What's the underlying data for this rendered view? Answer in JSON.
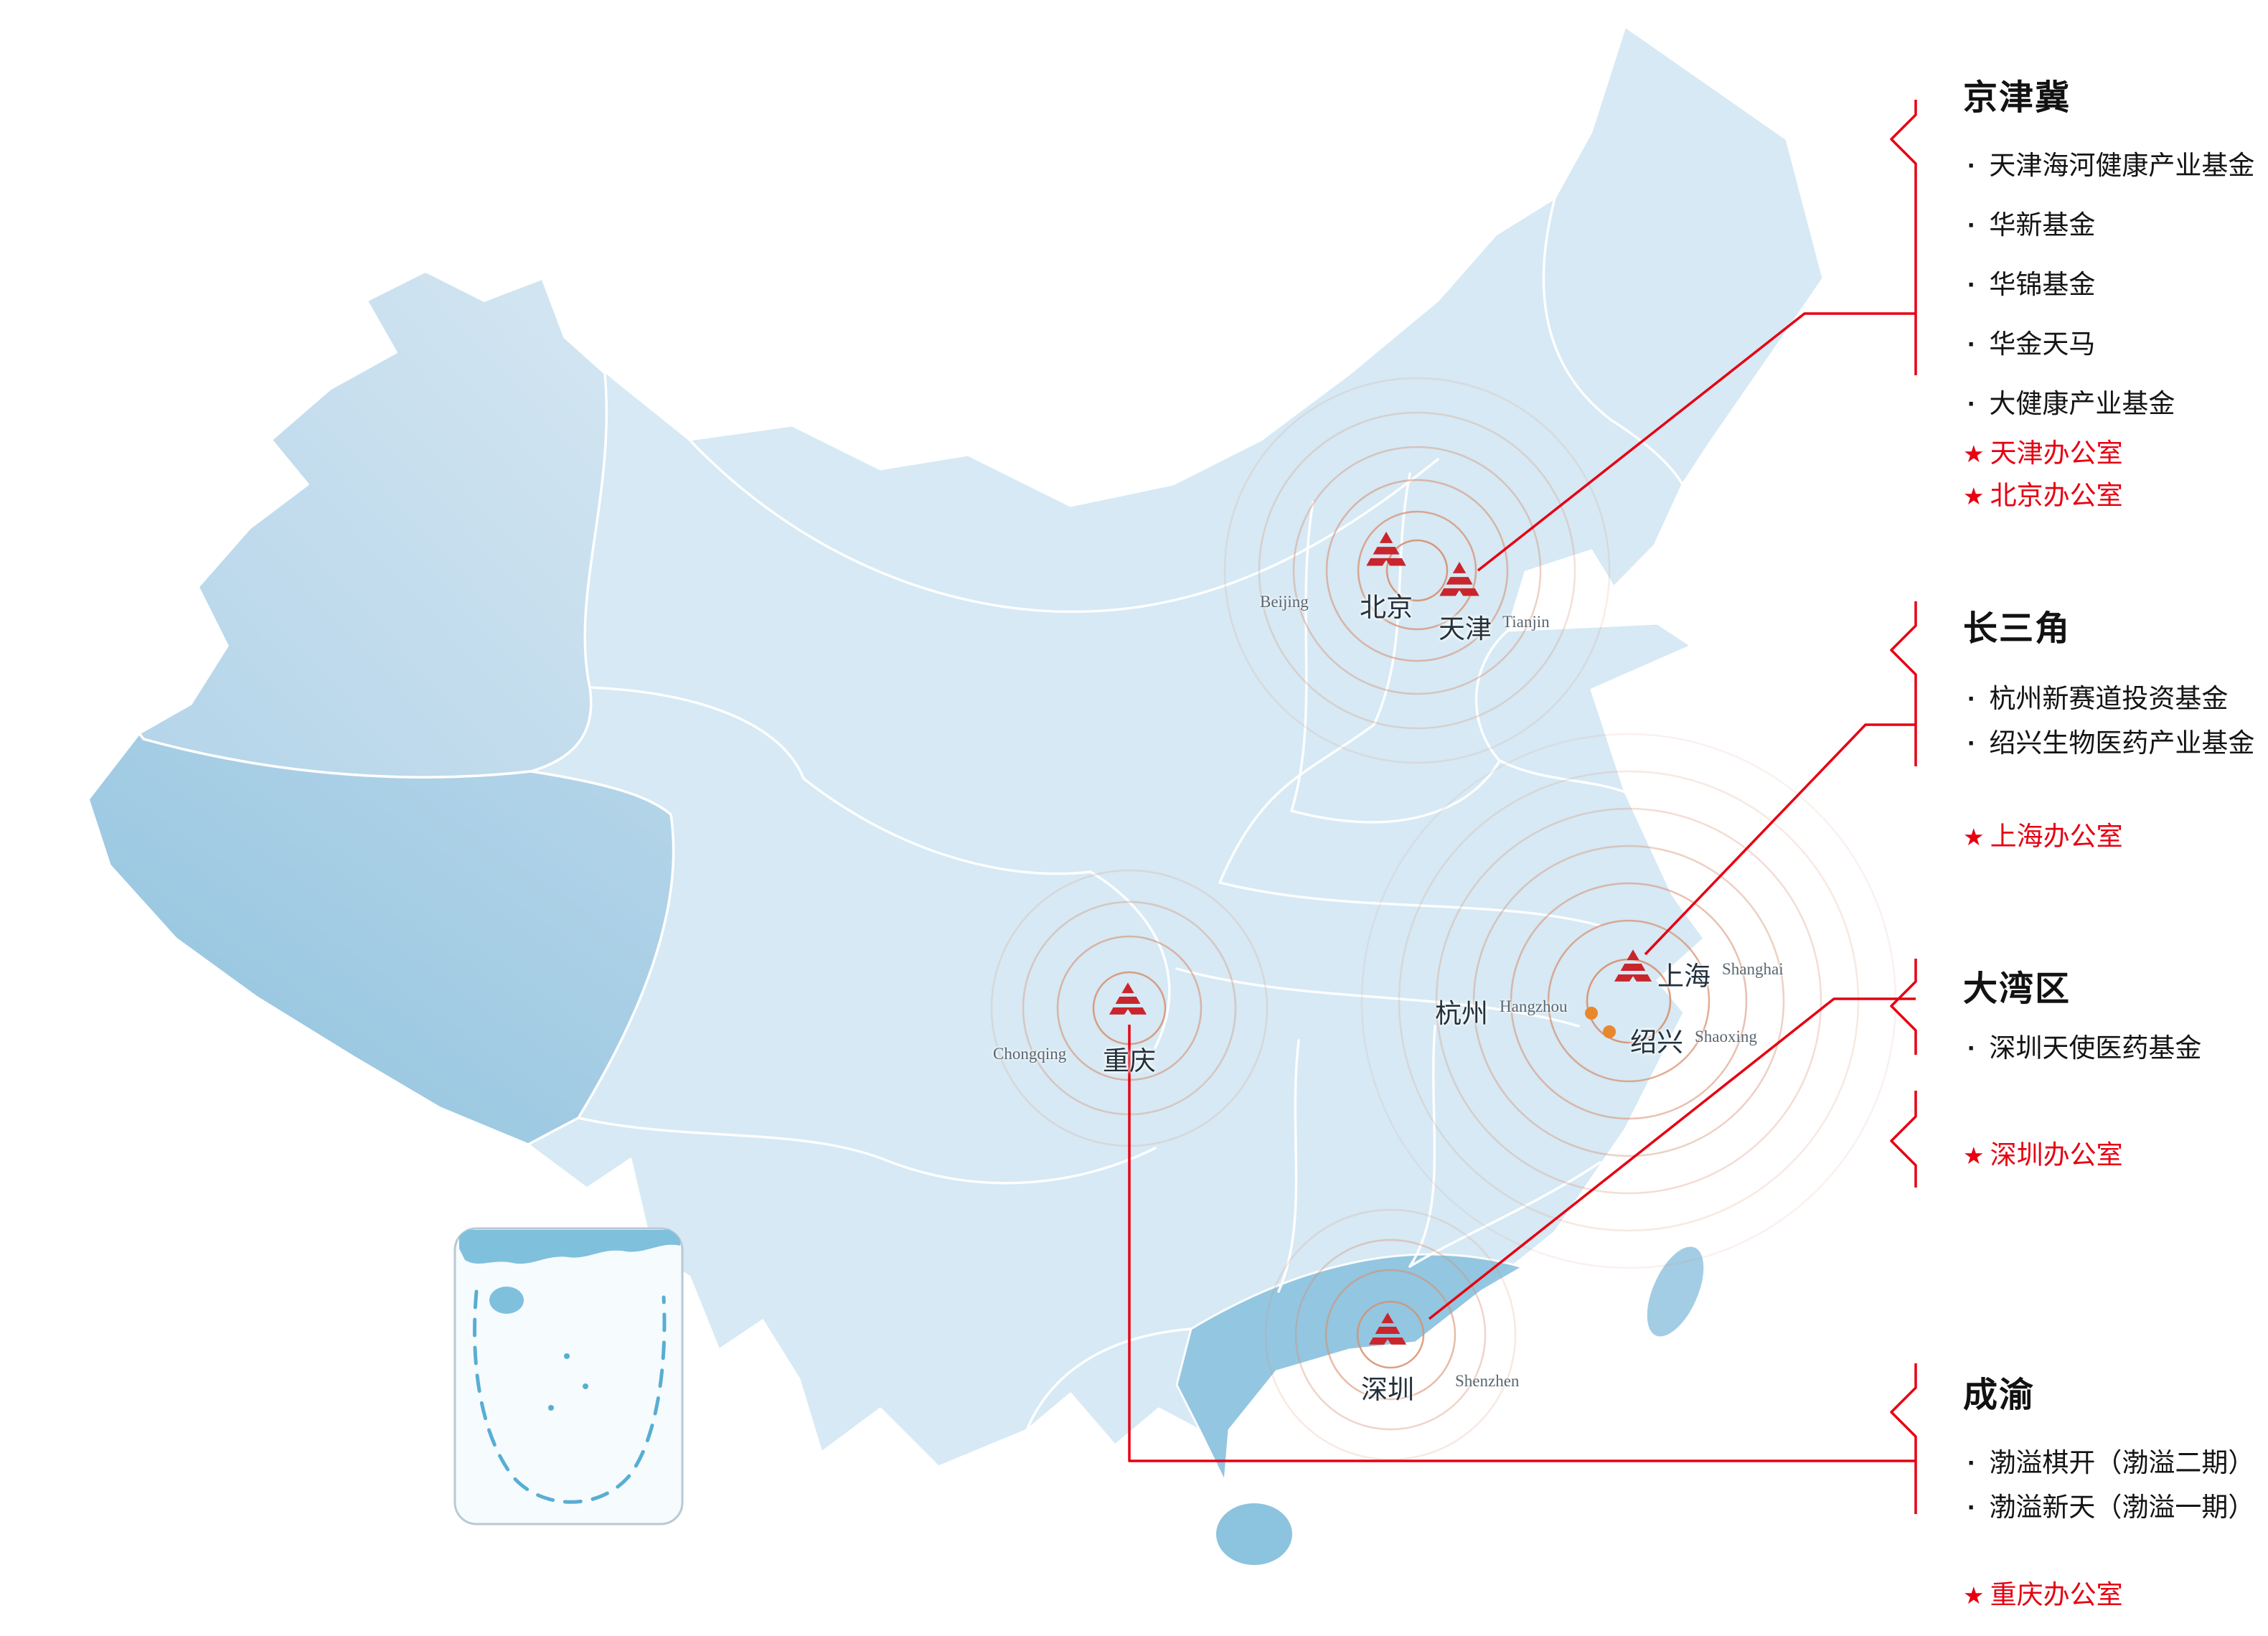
{
  "ui": {
    "bullet": "·",
    "star": "★"
  },
  "colors": {
    "accent_red": "#e60012",
    "logo_red": "#c9252c",
    "ripple": "#d78f70",
    "city_dot_orange": "#e8872b",
    "land_base": "#d6e9f4"
  },
  "cities": {
    "beijing": {
      "name": "北京",
      "en": "Beijing"
    },
    "tianjin": {
      "name": "天津",
      "en": "Tianjin"
    },
    "shanghai": {
      "name": "上海",
      "en": "Shanghai"
    },
    "hangzhou": {
      "name": "杭州",
      "en": "Hangzhou"
    },
    "shaoxing": {
      "name": "绍兴",
      "en": "Shaoxing"
    },
    "chongqing": {
      "name": "重庆",
      "en": "Chongqing"
    },
    "shenzhen": {
      "name": "深圳",
      "en": "Shenzhen"
    }
  },
  "sections": {
    "jingjinji": {
      "title": "京津冀",
      "funds": [
        "天津海河健康产业基金",
        "华新基金",
        "华锦基金",
        "华金天马",
        "大健康产业基金"
      ],
      "offices": [
        "天津办公室",
        "北京办公室"
      ]
    },
    "changsanjiao": {
      "title": "长三角",
      "funds": [
        "杭州新赛道投资基金",
        "绍兴生物医药产业基金"
      ],
      "offices": [
        "上海办公室"
      ]
    },
    "dawanqu": {
      "title": "大湾区",
      "funds": [
        "深圳天使医药基金"
      ],
      "offices": [
        "深圳办公室"
      ]
    },
    "chengyu": {
      "title": "成渝",
      "funds": [
        "渤溢棋开（渤溢二期）",
        "渤溢新天（渤溢一期）"
      ],
      "offices": [
        "重庆办公室"
      ]
    }
  }
}
